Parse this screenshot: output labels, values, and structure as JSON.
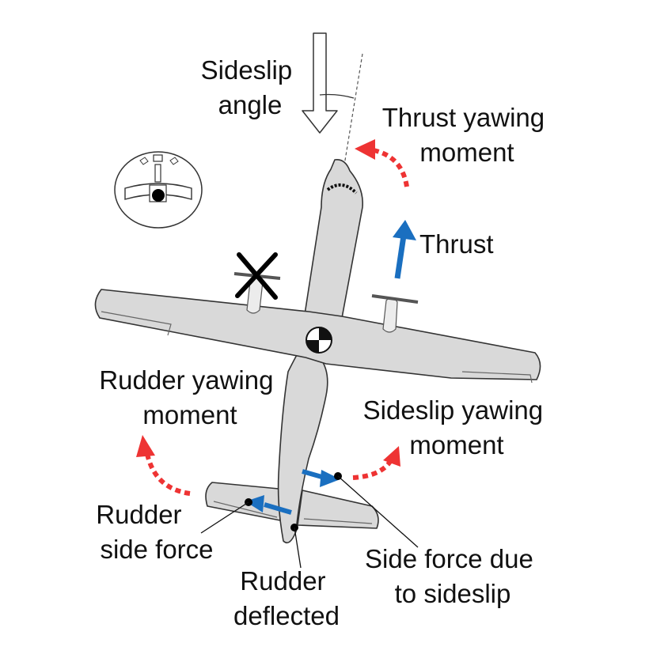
{
  "labels": {
    "sideslip_angle": [
      "Sideslip",
      "angle"
    ],
    "thrust_yawing_moment": [
      "Thrust yawing",
      "moment"
    ],
    "thrust": "Thrust",
    "rudder_yawing_moment": [
      "Rudder yawing",
      "moment"
    ],
    "sideslip_yawing_moment": [
      "Sideslip yawing",
      "moment"
    ],
    "rudder_side_force": [
      "Rudder",
      "side force"
    ],
    "side_force_due_to_sideslip": [
      "Side force due",
      "to sideslip"
    ],
    "rudder_deflected": [
      "Rudder",
      "deflected"
    ]
  },
  "colors": {
    "moment_arrow": "#ee3333",
    "force_arrow": "#1a6fc0",
    "airframe": "#d9d9d9",
    "outline": "#333333"
  },
  "icons": {
    "failed_engine_marker": "x-cross-icon",
    "instrument": "turn-slip-indicator-icon",
    "cg_marker": "center-of-gravity-icon"
  }
}
